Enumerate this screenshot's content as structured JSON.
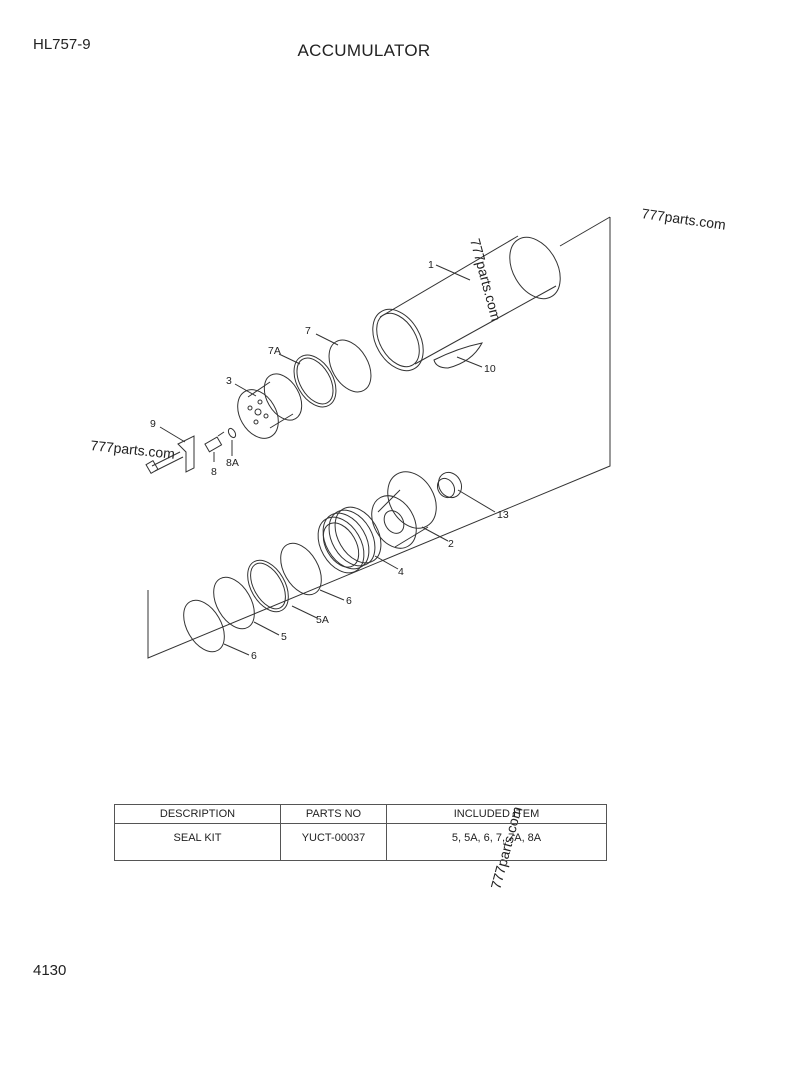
{
  "header": {
    "model_code": "HL757-9",
    "title": "ACCUMULATOR"
  },
  "page_number": "4130",
  "watermark": "777parts.com",
  "callouts": {
    "c1": "1",
    "c2": "2",
    "c3": "3",
    "c4": "4",
    "c5a": "5",
    "c5b": "5A",
    "c6a": "6",
    "c6b": "6",
    "c7": "7",
    "c7a": "7A",
    "c8": "8",
    "c8a": "8A",
    "c9": "9",
    "c10": "10",
    "c13": "13"
  },
  "parts_table": {
    "headers": [
      "DESCRIPTION",
      "PARTS NO",
      "INCLUDED ITEM"
    ],
    "rows": [
      [
        "SEAL KIT",
        "YUCT-00037",
        "5, 5A, 6, 7, 7A, 8A"
      ]
    ]
  }
}
